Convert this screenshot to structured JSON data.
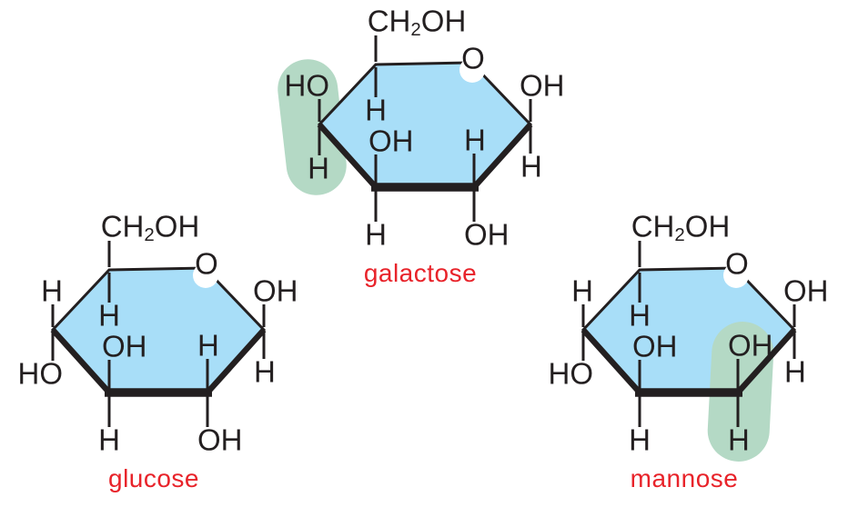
{
  "figure": {
    "type": "haworth-projection-comparison",
    "background": "#ffffff"
  },
  "colors": {
    "ring_fill": "#a8def8",
    "highlight_green": "#b4d9c5",
    "name_red": "#e8232a",
    "ink": "#231f20"
  },
  "molecules": [
    {
      "name": "galactose",
      "highlight": "left-carbon-H-and-OH",
      "labels": {
        "ring_o": "O",
        "ch2oh_pre": "CH",
        "ch2oh_sub": "2",
        "ch2oh_post": "OH",
        "left_up": "HO",
        "left_down": "H",
        "inner_top": "H",
        "inner_left": "OH",
        "inner_right": "H",
        "right_up": "OH",
        "right_down": "H",
        "bottom_left": "H",
        "bottom_right": "OH"
      }
    },
    {
      "name": "glucose",
      "highlight": "none",
      "labels": {
        "ring_o": "O",
        "ch2oh_pre": "CH",
        "ch2oh_sub": "2",
        "ch2oh_post": "OH",
        "left_up": "H",
        "left_down": "HO",
        "inner_top": "H",
        "inner_left": "OH",
        "inner_right": "H",
        "right_up": "OH",
        "right_down": "H",
        "bottom_left": "H",
        "bottom_right": "OH"
      }
    },
    {
      "name": "mannose",
      "highlight": "right-carbon-OH-and-H",
      "labels": {
        "ring_o": "O",
        "ch2oh_pre": "CH",
        "ch2oh_sub": "2",
        "ch2oh_post": "OH",
        "left_up": "H",
        "left_down": "HO",
        "inner_top": "H",
        "inner_left": "OH",
        "inner_right": "OH",
        "right_up": "OH",
        "right_down": "H",
        "bottom_left": "H",
        "bottom_right": "H"
      }
    }
  ]
}
